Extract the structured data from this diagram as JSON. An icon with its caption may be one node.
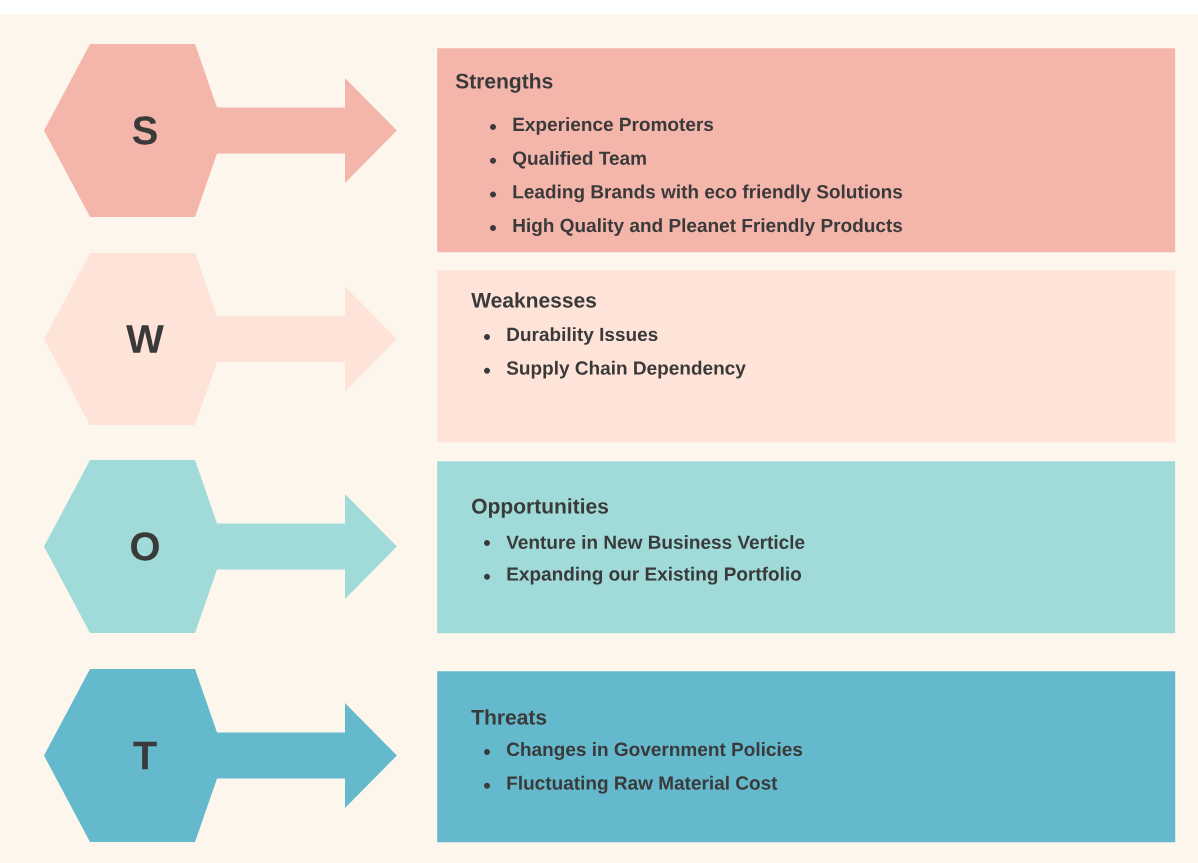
{
  "diagram": {
    "nodes": [
      {
        "text": [
          "S"
        ]
      },
      {
        "text": [
          "Strengths",
          "Experience Promoters",
          "Qualified Team",
          "Leading Brands with eco friendly Solutions",
          "High Quality and Pleanet Friendly Products"
        ]
      },
      {
        "text": [
          "W"
        ]
      },
      {
        "text": [
          "Weaknesses",
          "Durability Issues",
          "Supply Chain Dependency"
        ]
      },
      {
        "text": [
          "O"
        ]
      },
      {
        "text": [
          "Opportunities",
          "Venture in New Business Verticle",
          "Expanding our Existing Portfolio"
        ]
      },
      {
        "text": [
          "T"
        ]
      },
      {
        "text": [
          "Threats",
          "Changes in Government Policies",
          "Fluctuating Raw Material Cost"
        ]
      }
    ],
    "edges": [
      {
        "from": 0,
        "to": 1,
        "arrow": "to",
        "color": "#f4b6ab"
      },
      {
        "from": 2,
        "to": 3,
        "arrow": "to",
        "color": "#fde3d8"
      },
      {
        "from": 4,
        "to": 5,
        "arrow": "to",
        "color": "#a0dbd9"
      },
      {
        "from": 6,
        "to": 7,
        "arrow": "to",
        "color": "#64b9cd"
      }
    ]
  }
}
